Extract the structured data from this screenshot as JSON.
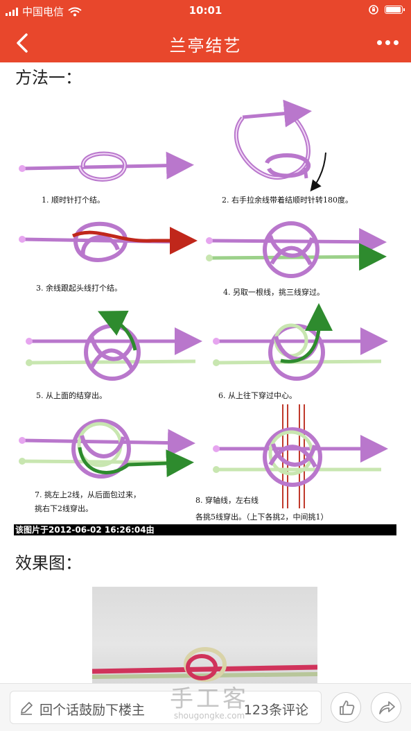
{
  "status_bar": {
    "carrier": "中国电信",
    "time": "10:01"
  },
  "nav": {
    "title": "兰亭结艺"
  },
  "content": {
    "method_title": "方法一：",
    "steps": [
      "1. 顺时针打个结。",
      "2. 右手拉余线带着结顺时针转180度。",
      "3. 余线跟起头线打个结。",
      "4. 另取一根线，挑三线穿过。",
      "5. 从上面的结穿出。",
      "6. 从上往下穿过中心。",
      "7. 挑左上2线，从后面包过来，",
      "挑右下2线穿出。",
      "8. 穿轴线，左右线",
      "各挑5线穿出。（上下各挑2，中间挑1）"
    ],
    "image_caption": "该图片于2012-06-02 16:26:04由",
    "result_title": "效果图："
  },
  "bottom_bar": {
    "comment_placeholder": "回个话鼓励下楼主",
    "comment_count": "123条评论"
  },
  "watermark": {
    "logo": "手工客",
    "url": "shougongke.com"
  },
  "colors": {
    "accent": "#e8472c",
    "cord_purple": "#b977cc",
    "cord_green": "#c8e6b0",
    "arrow_red": "#c0271b",
    "arrow_green": "#2e8b2e",
    "axis_red": "#c0392b"
  },
  "icons": [
    "back-icon",
    "more-icon",
    "signal-icon",
    "wifi-icon",
    "rotation-lock-icon",
    "battery-icon",
    "pen-icon",
    "thumbs-up-icon",
    "share-icon"
  ]
}
